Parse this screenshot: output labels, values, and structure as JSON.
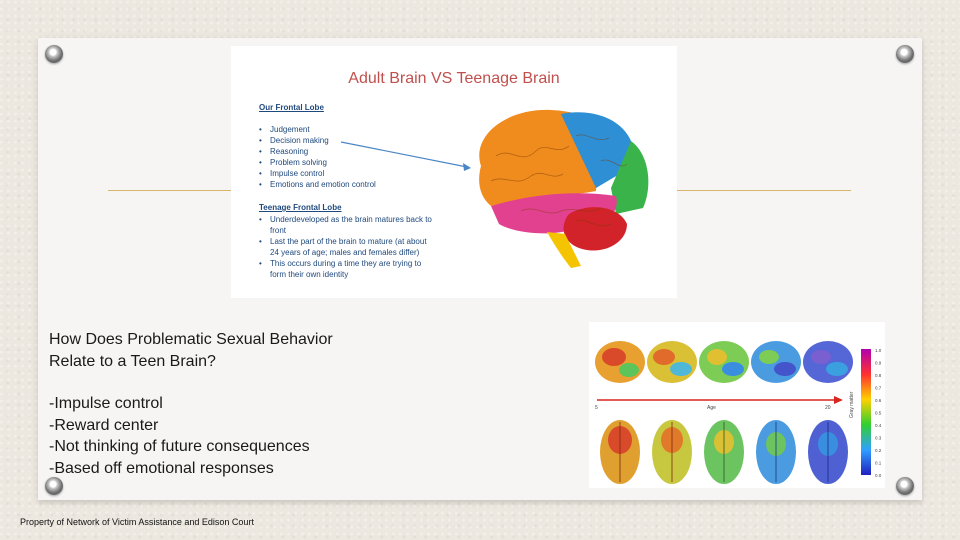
{
  "infographic": {
    "title": "Adult Brain VS Teenage Brain",
    "frontal_heading": "Our Frontal Lobe",
    "frontal_items": [
      "Judgement",
      "Decision making",
      "Reasoning",
      "Problem solving",
      "Impulse control",
      "Emotions and emotion control"
    ],
    "teen_heading": "Teenage Frontal Lobe",
    "teen_items": [
      "Underdeveloped as the brain matures back to front",
      "Last the part of the brain to mature (at about 24 years of age; males and females differ)",
      "This occurs during a time they are trying to form their own identity"
    ]
  },
  "content": {
    "heading_lines": [
      "How Does Problematic Sexual Behavior",
      "Relate to a Teen Brain?"
    ],
    "points": [
      "-Impulse control",
      "-Reward center",
      "-Not thinking of future consequences",
      "-Based off emotional responses"
    ]
  },
  "development_figure": {
    "axis_start": "5",
    "axis_label": "Age",
    "axis_end": "20",
    "scale_label": "Gray matter",
    "scale_ticks": [
      "1.0",
      "0.9",
      "0.8",
      "0.7",
      "0.6",
      "0.5",
      "0.4",
      "0.3",
      "0.2",
      "0.1",
      "0.0"
    ]
  },
  "footer": {
    "text": "Property of Network of Victim Assistance and Edison Court"
  },
  "colors": {
    "title_red": "#c0504d",
    "infographic_blue": "#1f497d",
    "rule_gold": "#d8b56a",
    "arrow_red": "#d7261e",
    "brain_orange": "#f08c1e",
    "brain_blue": "#2e8fd4",
    "brain_green": "#3ab44a",
    "brain_pink": "#e2418f",
    "brain_red": "#d2232a",
    "brain_yellow": "#f5c400"
  }
}
